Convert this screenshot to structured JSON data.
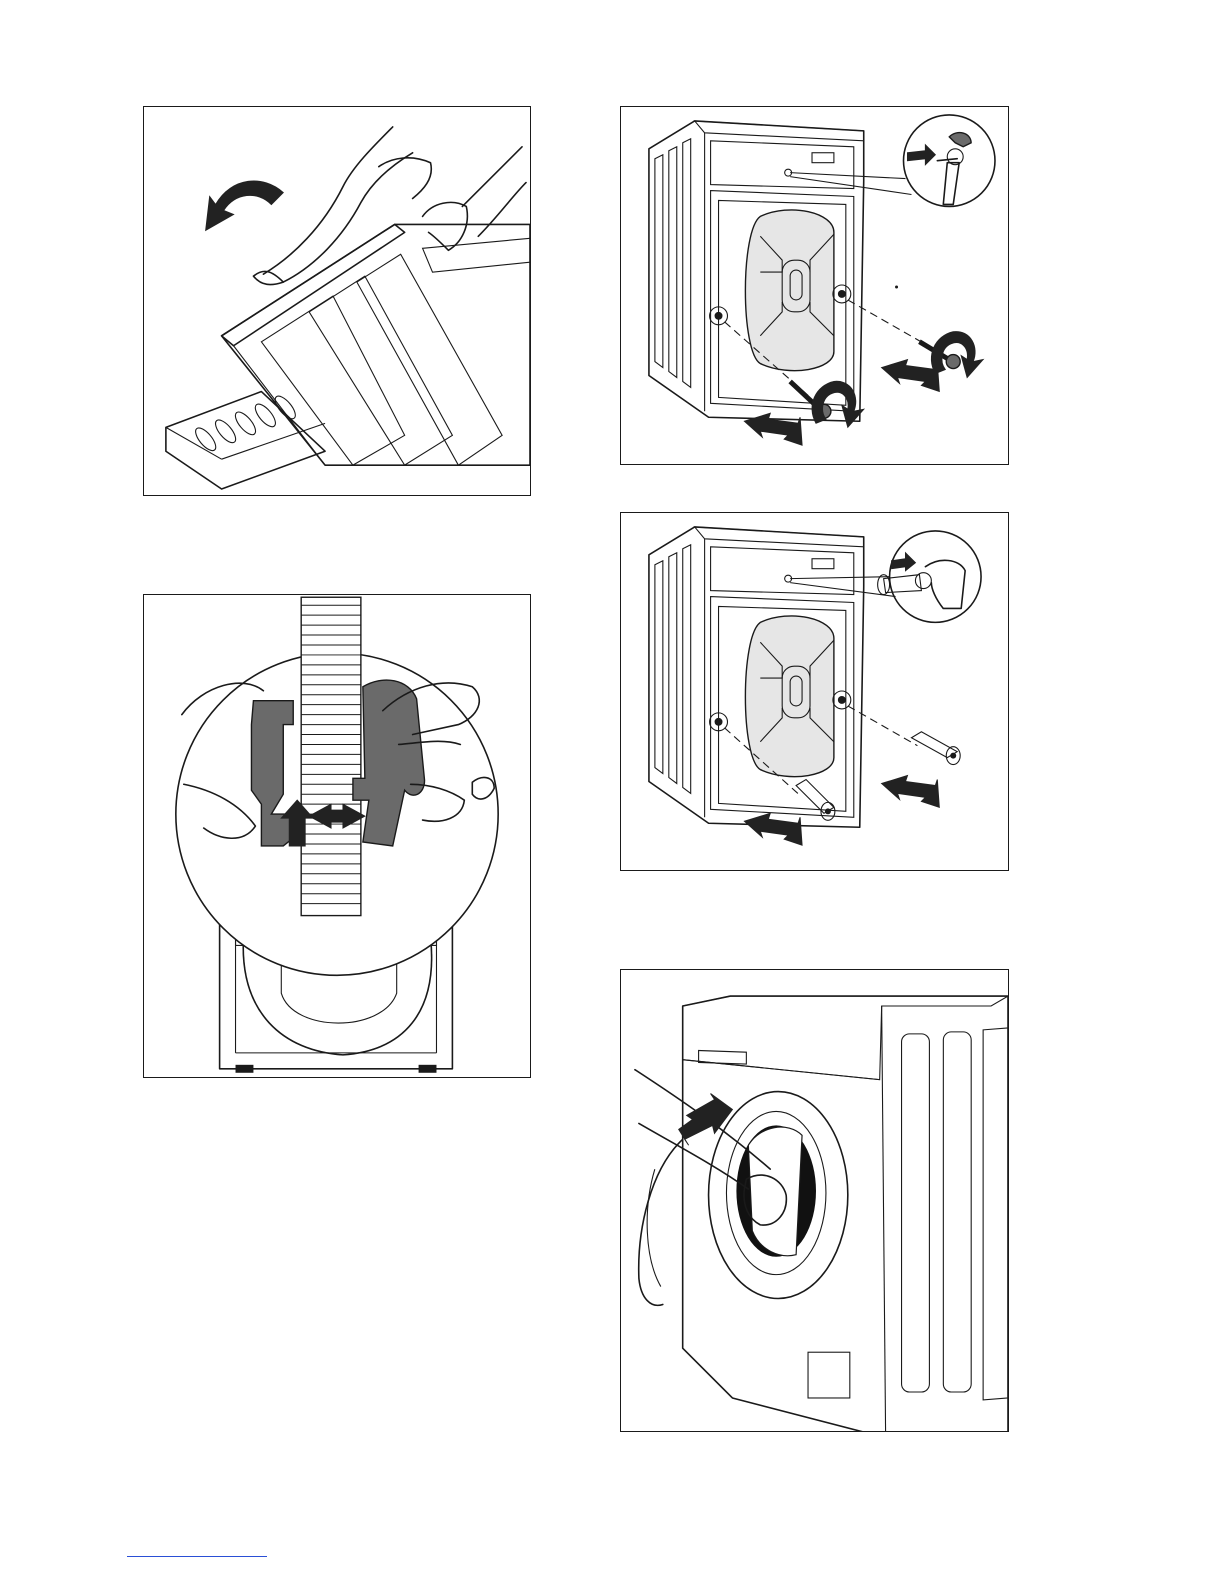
{
  "figures": [
    {
      "icon": "tilt-machine-remove-base-illustration"
    },
    {
      "icon": "hose-clip-adjust-illustration"
    },
    {
      "icon": "unscrew-transit-bolts-illustration"
    },
    {
      "icon": "insert-plastic-caps-illustration"
    },
    {
      "icon": "remove-drum-packing-illustration"
    }
  ],
  "colors": {
    "line": "#1a1a1a",
    "footer_rule": "#2a4fd6"
  }
}
